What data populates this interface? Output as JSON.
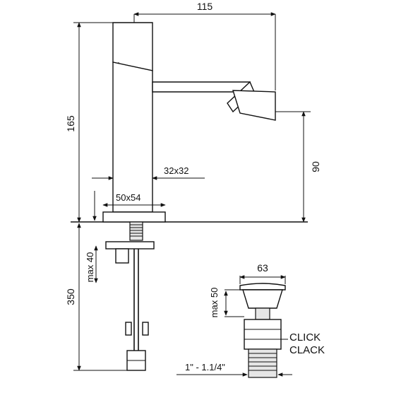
{
  "dimensions": {
    "top_width": "115",
    "total_height": "165",
    "spout_height": "90",
    "body_section": "32x32",
    "base_section": "50x54",
    "below_length": "350",
    "max_thickness": "max 40",
    "drain_diameter": "63",
    "drain_max": "max 50",
    "drain_thread": "1\" - 1.1/4\""
  },
  "labels": {
    "click": "CLICK",
    "clack": "CLACK"
  }
}
